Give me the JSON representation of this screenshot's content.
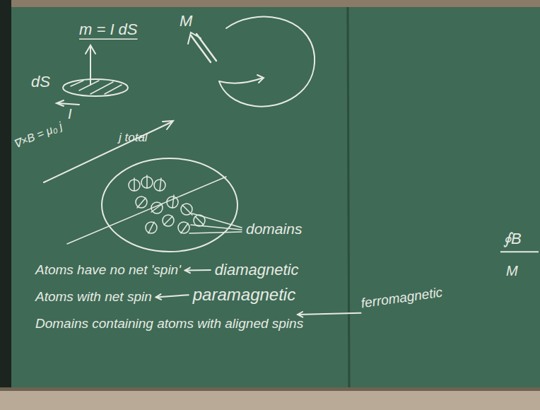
{
  "diagram": {
    "labels": [
      "m = I dS",
      "dS",
      "I",
      "M",
      "j total",
      "∇×B = μ₀ j",
      "domains",
      "Atoms have no net 'spin'",
      "diamagnetic",
      "Atoms with net spin",
      "paramagnetic",
      "Domains containing atoms with aligned spins",
      "ferromagnetic",
      "∮B",
      "M"
    ]
  }
}
